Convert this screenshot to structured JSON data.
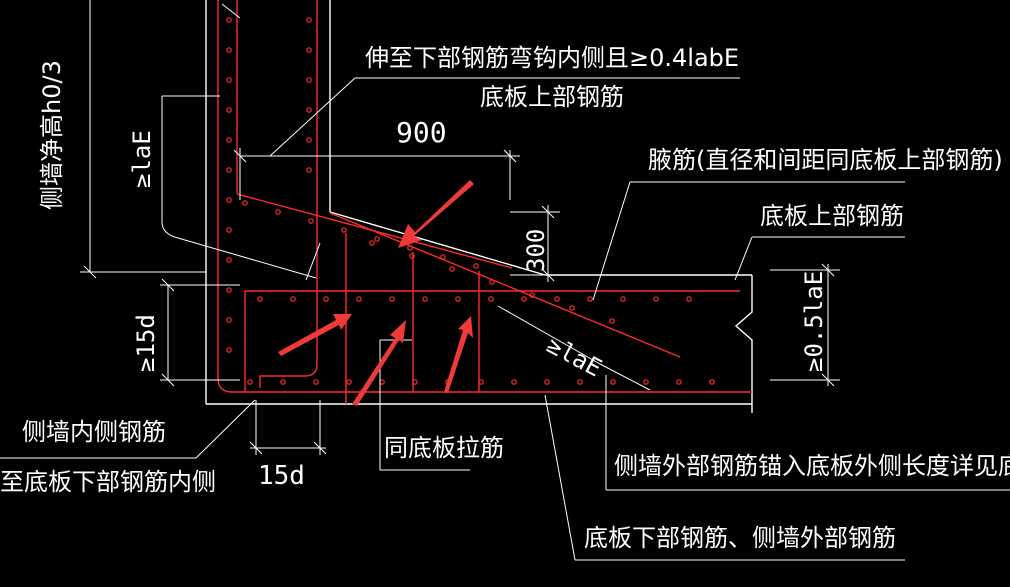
{
  "colors": {
    "background": "#000000",
    "outline": "#ffffff",
    "rebar": "#ff2a2a",
    "arrow": "#f03a3a"
  },
  "labels": {
    "extend_to_bottom_bar": "伸至下部钢筋弯钩内侧且≥0.4labE",
    "slab_top_bar_1": "底板上部钢筋",
    "haunch_bar": "腋筋(直径和间距同底板上部钢筋)",
    "slab_top_bar_2": "底板上部钢筋",
    "wall_inner_bar": "侧墙内侧钢筋",
    "to_bottom_bar_inner": "至底板下部钢筋内侧",
    "same_as_tie": "同底板拉筋",
    "wall_outer_anchor": "侧墙外部钢筋锚入底板外侧长度详见底板配筋图",
    "slab_bottom_wall_outer": "底板下部钢筋、侧墙外部钢筋",
    "wall_height_note": "侧墙净高h0/3"
  },
  "dimensions": {
    "d900": "900",
    "d300": "300",
    "lae_left": "≥laE",
    "lae_slope": "≥laE",
    "half_lae": "≥0.5laE",
    "d15_vertical": "≥15d",
    "d15_horizontal": "15d"
  }
}
